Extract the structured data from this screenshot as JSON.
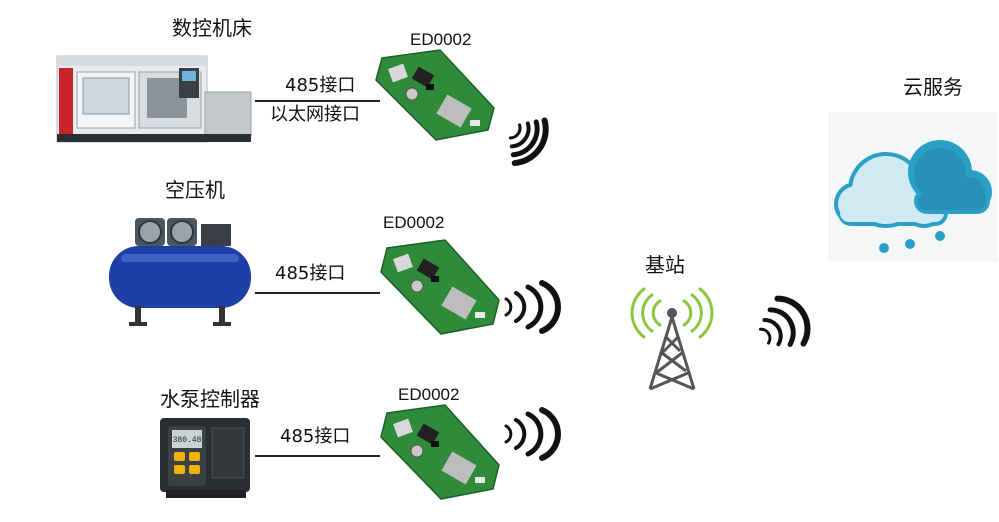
{
  "machines": {
    "cnc": {
      "label": "数控机床",
      "interfaces": [
        "485接口",
        "以太网接口"
      ]
    },
    "compressor": {
      "label": "空压机",
      "interfaces": [
        "485接口"
      ]
    },
    "pump": {
      "label": "水泵控制器",
      "interfaces": [
        "485接口"
      ],
      "display_value": "380.48"
    }
  },
  "modules": [
    {
      "code": "ED0002"
    },
    {
      "code": "ED0002"
    },
    {
      "code": "ED0002"
    }
  ],
  "base_station": {
    "label": "基站"
  },
  "cloud": {
    "label": "云服务"
  }
}
